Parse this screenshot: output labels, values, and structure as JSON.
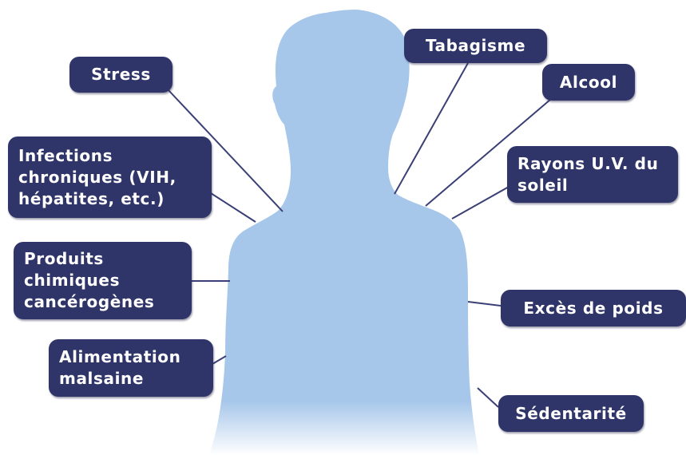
{
  "figure": {
    "silhouette_color": "#a7c7ea",
    "line_color": "#3a4076",
    "label_bg": "#2f3569",
    "label_text_color": "#ffffff"
  },
  "labels": {
    "tabagisme": "Tabagisme",
    "stress": "Stress",
    "alcool": "Alcool",
    "infections": "Infections\nchroniques (VIH,\nhépatites, etc.)",
    "rayons": "Rayons U.V. du\nsoleil",
    "produits": "Produits\nchimiques\ncancérogènes",
    "exces": "Excès de poids",
    "alimentation": "Alimentation\nmalsaine",
    "sedentarite": "Sédentarité"
  }
}
